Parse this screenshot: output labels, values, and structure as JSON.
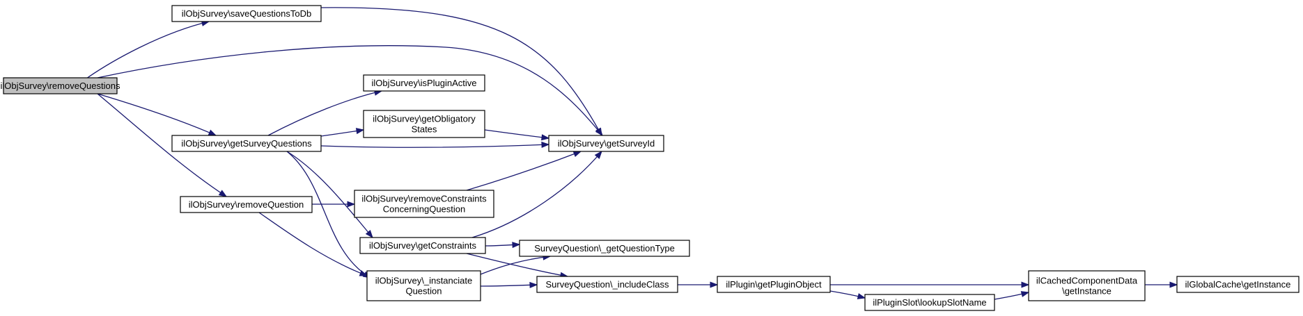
{
  "graph": {
    "edge_color": "#191970",
    "node_fill": "#ffffff",
    "root_fill": "#bfbfbf",
    "nodes": {
      "removeQuestions": {
        "lines": [
          "ilObjSurvey\\removeQuestions"
        ],
        "root": true
      },
      "saveQuestionsToDb": {
        "lines": [
          "ilObjSurvey\\saveQuestionsToDb"
        ]
      },
      "getSurveyQuestions": {
        "lines": [
          "ilObjSurvey\\getSurveyQuestions"
        ]
      },
      "removeQuestion": {
        "lines": [
          "ilObjSurvey\\removeQuestion"
        ]
      },
      "isPluginActive": {
        "lines": [
          "ilObjSurvey\\isPluginActive"
        ]
      },
      "getObligatoryStates": {
        "lines": [
          "ilObjSurvey\\getObligatory",
          "States"
        ]
      },
      "removeConstraintsConcerningQuestion": {
        "lines": [
          "ilObjSurvey\\removeConstraints",
          "ConcerningQuestion"
        ]
      },
      "getConstraints": {
        "lines": [
          "ilObjSurvey\\getConstraints"
        ]
      },
      "instanciateQuestion": {
        "lines": [
          "ilObjSurvey\\_instanciate",
          "Question"
        ]
      },
      "getSurveyId": {
        "lines": [
          "ilObjSurvey\\getSurveyId"
        ]
      },
      "getQuestionType": {
        "lines": [
          "SurveyQuestion\\_getQuestionType"
        ]
      },
      "includeClass": {
        "lines": [
          "SurveyQuestion\\_includeClass"
        ]
      },
      "getPluginObject": {
        "lines": [
          "ilPlugin\\getPluginObject"
        ]
      },
      "lookupSlotName": {
        "lines": [
          "ilPluginSlot\\lookupSlotName"
        ]
      },
      "cachedGetInstance": {
        "lines": [
          "ilCachedComponentData",
          "\\getInstance"
        ]
      },
      "globalCacheGetInstance": {
        "lines": [
          "ilGlobalCache\\getInstance"
        ]
      }
    },
    "edges": [
      {
        "from": "removeQuestions",
        "to": "saveQuestionsToDb"
      },
      {
        "from": "removeQuestions",
        "to": "getSurveyId"
      },
      {
        "from": "removeQuestions",
        "to": "getSurveyQuestions"
      },
      {
        "from": "removeQuestions",
        "to": "removeQuestion"
      },
      {
        "from": "saveQuestionsToDb",
        "to": "getSurveyId"
      },
      {
        "from": "getSurveyQuestions",
        "to": "isPluginActive"
      },
      {
        "from": "getSurveyQuestions",
        "to": "getObligatoryStates"
      },
      {
        "from": "getSurveyQuestions",
        "to": "getSurveyId"
      },
      {
        "from": "getSurveyQuestions",
        "to": "getConstraints"
      },
      {
        "from": "getSurveyQuestions",
        "to": "instanciateQuestion"
      },
      {
        "from": "getObligatoryStates",
        "to": "getSurveyId"
      },
      {
        "from": "removeQuestion",
        "to": "removeConstraintsConcerningQuestion"
      },
      {
        "from": "removeQuestion",
        "to": "instanciateQuestion"
      },
      {
        "from": "removeConstraintsConcerningQuestion",
        "to": "getSurveyId"
      },
      {
        "from": "getConstraints",
        "to": "getSurveyId"
      },
      {
        "from": "getConstraints",
        "to": "getQuestionType"
      },
      {
        "from": "getConstraints",
        "to": "includeClass"
      },
      {
        "from": "instanciateQuestion",
        "to": "getQuestionType"
      },
      {
        "from": "instanciateQuestion",
        "to": "includeClass"
      },
      {
        "from": "includeClass",
        "to": "getPluginObject"
      },
      {
        "from": "getPluginObject",
        "to": "cachedGetInstance"
      },
      {
        "from": "getPluginObject",
        "to": "lookupSlotName"
      },
      {
        "from": "lookupSlotName",
        "to": "cachedGetInstance"
      },
      {
        "from": "cachedGetInstance",
        "to": "globalCacheGetInstance"
      }
    ]
  }
}
